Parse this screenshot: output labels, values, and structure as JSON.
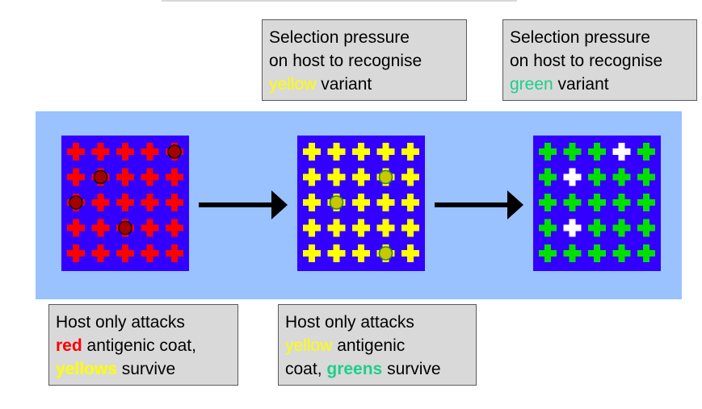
{
  "colors": {
    "panel_background": "#3300ff",
    "band_background": "#99c2ff",
    "note_background": "#d9d9d9",
    "red": "#ff0000",
    "yellow": "#ffff00",
    "green": "#00e000",
    "white": "#ffffff",
    "label_green": "#1dcf8a"
  },
  "notes": {
    "top_middle": {
      "line1": "Selection pressure",
      "line2": "on host to recognise",
      "highlight": "yellow",
      "rest": " variant"
    },
    "top_right": {
      "line1": "Selection pressure",
      "line2": "on host to recognise",
      "highlight": "green",
      "rest": " variant"
    },
    "bottom_left": {
      "line1": "Host only attacks",
      "highlight1": "red",
      "rest1": " antigenic coat,",
      "highlight2": "yellows",
      "rest2": " survive"
    },
    "bottom_middle": {
      "line1": "Host only attacks",
      "highlight1": "yellow",
      "rest1": " antigenic",
      "prefix2": "coat, ",
      "highlight2": "greens",
      "rest2": " survive"
    }
  },
  "grids": [
    {
      "id": "red-population",
      "main_color": "red",
      "rows": [
        [
          "red",
          "red",
          "red",
          "red",
          "red-damaged"
        ],
        [
          "red",
          "red-damaged",
          "red",
          "red",
          "red"
        ],
        [
          "red-damaged",
          "red",
          "red",
          "red",
          "red"
        ],
        [
          "red",
          "red",
          "red-damaged",
          "red",
          "red"
        ],
        [
          "red",
          "red",
          "red",
          "red",
          "red"
        ]
      ]
    },
    {
      "id": "yellow-population",
      "main_color": "yellow",
      "rows": [
        [
          "yellow",
          "yellow",
          "yellow",
          "yellow",
          "yellow"
        ],
        [
          "yellow",
          "yellow",
          "yellow",
          "yellow-damaged",
          "yellow"
        ],
        [
          "yellow",
          "yellow-damaged",
          "yellow",
          "yellow",
          "yellow"
        ],
        [
          "yellow",
          "yellow",
          "yellow",
          "yellow",
          "yellow"
        ],
        [
          "yellow",
          "yellow",
          "yellow",
          "yellow-damaged",
          "yellow"
        ]
      ]
    },
    {
      "id": "green-population",
      "main_color": "green",
      "rows": [
        [
          "green",
          "green",
          "green",
          "white",
          "green"
        ],
        [
          "green",
          "white",
          "green",
          "green",
          "green"
        ],
        [
          "green",
          "green",
          "green",
          "green",
          "green"
        ],
        [
          "green",
          "white",
          "green",
          "green",
          "green"
        ],
        [
          "green",
          "green",
          "green",
          "green",
          "green"
        ]
      ]
    }
  ]
}
